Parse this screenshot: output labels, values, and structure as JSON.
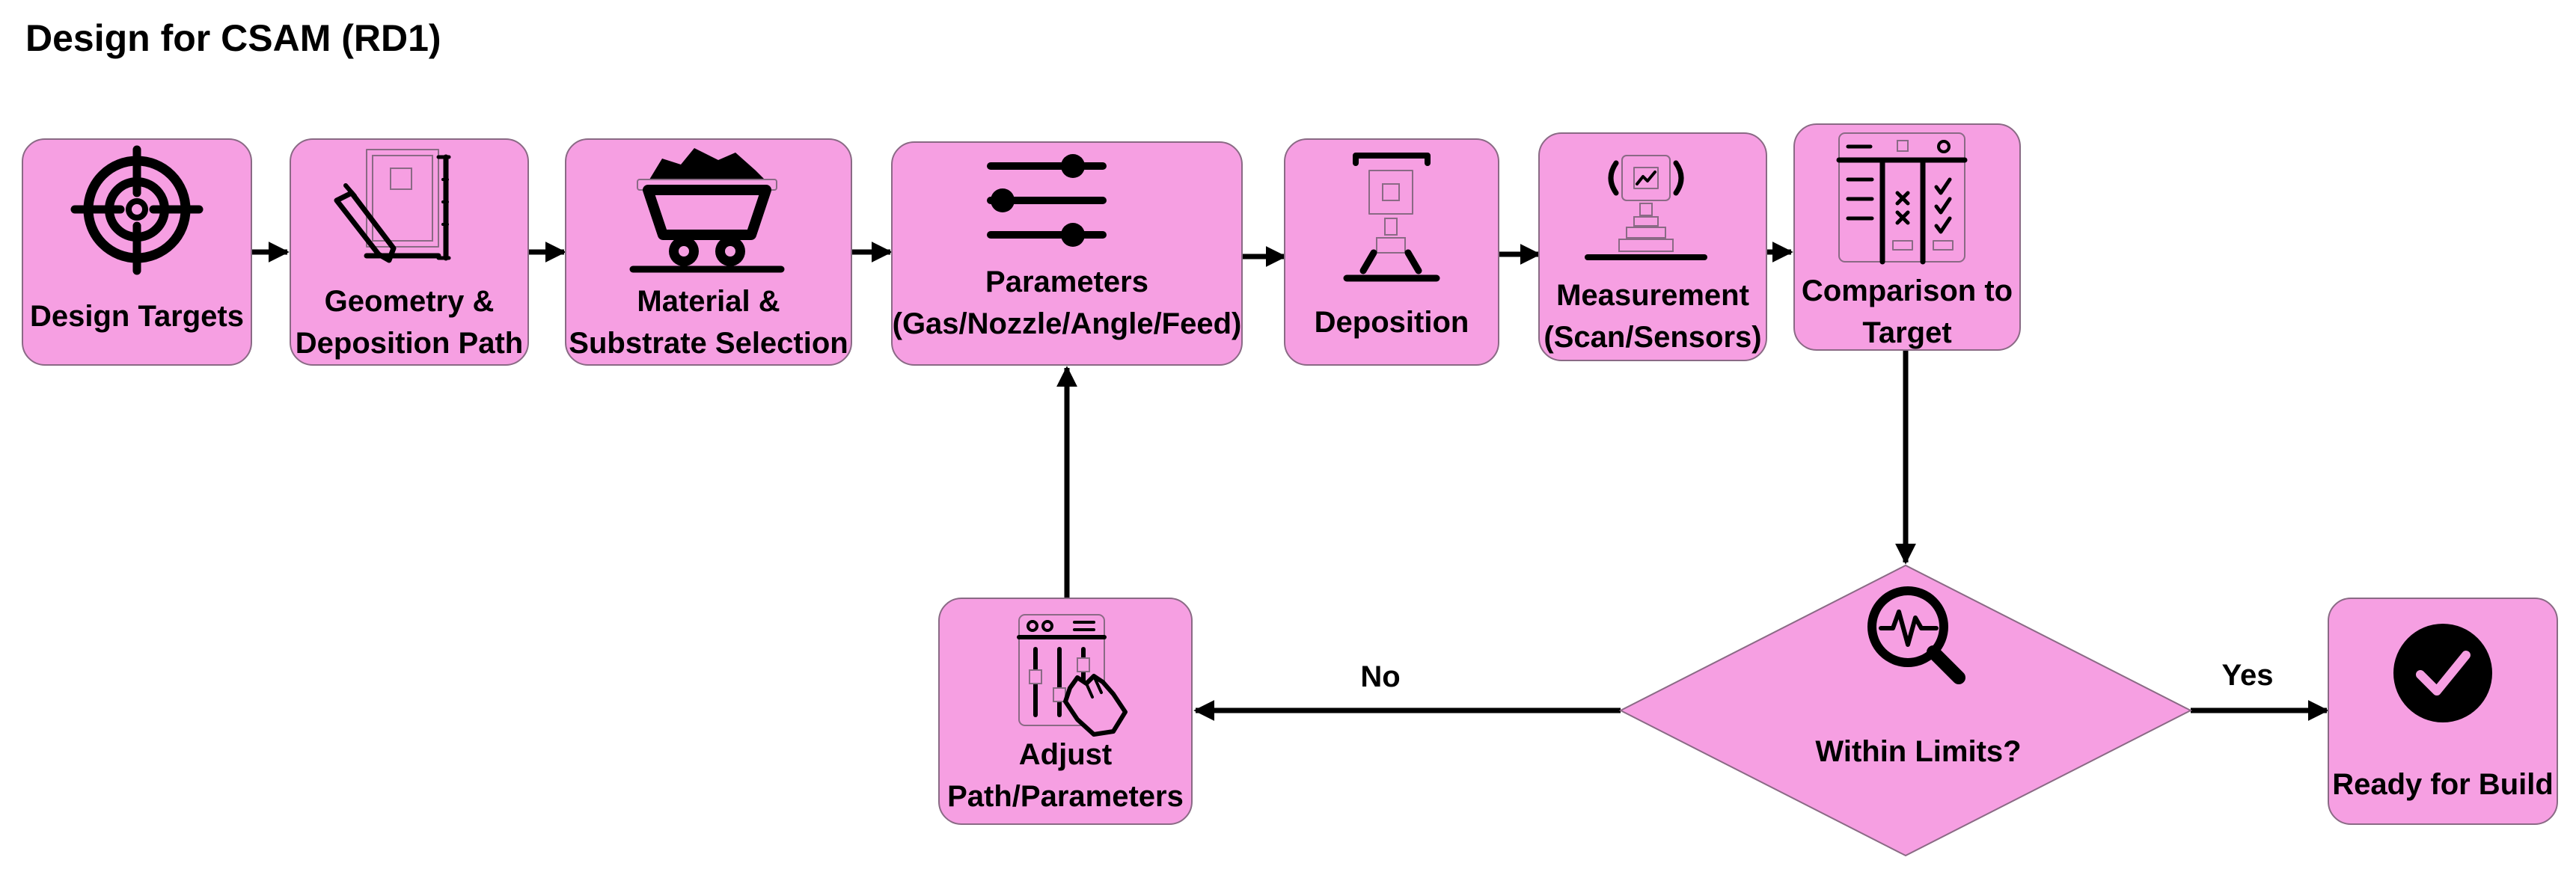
{
  "title": "Design for CSAM (RD1)",
  "colors": {
    "node_fill": "#f69fe2",
    "node_border": "#8a6a85",
    "ink": "#000000",
    "background": "#ffffff"
  },
  "nodes": [
    {
      "id": "design-targets",
      "icon": "target-icon",
      "label_lines": [
        "Design Targets"
      ]
    },
    {
      "id": "geometry",
      "icon": "drafting-pencil-icon",
      "label_lines": [
        "Geometry &",
        "Deposition Path"
      ]
    },
    {
      "id": "material",
      "icon": "mine-cart-icon",
      "label_lines": [
        "Material &",
        "Substrate Selection"
      ]
    },
    {
      "id": "parameters",
      "icon": "sliders-icon",
      "label_lines": [
        "Parameters",
        "(Gas/Nozzle/Angle/Feed)"
      ]
    },
    {
      "id": "deposition",
      "icon": "robot-nozzle-icon",
      "label_lines": [
        "Deposition"
      ]
    },
    {
      "id": "measurement",
      "icon": "sensor-scanner-icon",
      "label_lines": [
        "Measurement",
        "(Scan/Sensors)"
      ]
    },
    {
      "id": "comparison",
      "icon": "checklist-table-icon",
      "label_lines": [
        "Comparison to",
        "Target"
      ]
    },
    {
      "id": "decision",
      "shape": "diamond",
      "icon": "magnifier-pulse-icon",
      "label_lines": [
        "Within Limits?"
      ]
    },
    {
      "id": "adjust",
      "icon": "control-panel-hand-icon",
      "label_lines": [
        "Adjust",
        "Path/Parameters"
      ]
    },
    {
      "id": "ready",
      "icon": "check-circle-icon",
      "label_lines": [
        "Ready for Build"
      ]
    }
  ],
  "edges": [
    {
      "from": "design-targets",
      "to": "geometry",
      "label": ""
    },
    {
      "from": "geometry",
      "to": "material",
      "label": ""
    },
    {
      "from": "material",
      "to": "parameters",
      "label": ""
    },
    {
      "from": "parameters",
      "to": "deposition",
      "label": ""
    },
    {
      "from": "deposition",
      "to": "measurement",
      "label": ""
    },
    {
      "from": "measurement",
      "to": "comparison",
      "label": ""
    },
    {
      "from": "comparison",
      "to": "decision",
      "label": ""
    },
    {
      "from": "decision",
      "to": "adjust",
      "label": "No"
    },
    {
      "from": "decision",
      "to": "ready",
      "label": "Yes"
    },
    {
      "from": "adjust",
      "to": "parameters",
      "label": ""
    }
  ]
}
